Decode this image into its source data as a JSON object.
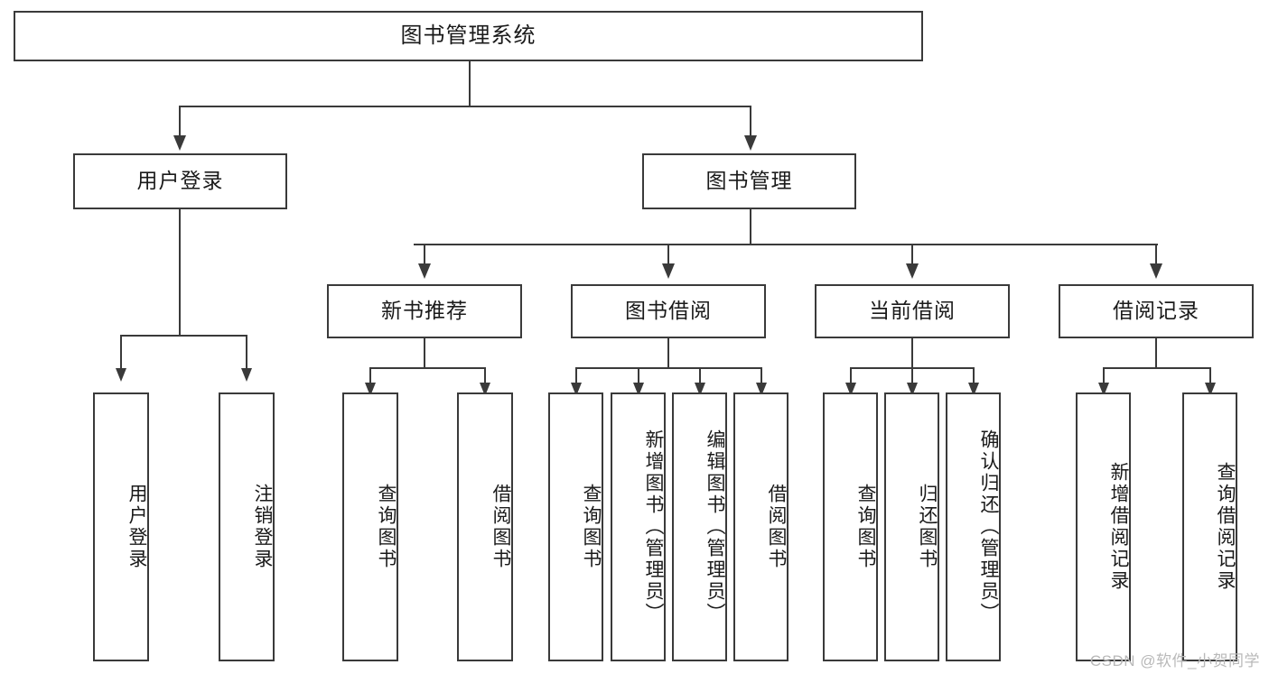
{
  "diagram": {
    "title": "图书管理系统",
    "type": "tree-hierarchy",
    "watermark": "CSDN @软件_小贺同学",
    "colors": {
      "stroke": "#3a3a3a",
      "fill": "#ffffff",
      "text": "#1a1a1a",
      "watermark": "#b9b9b9"
    },
    "root": {
      "label": "图书管理系统"
    },
    "level2": [
      {
        "id": "user-login",
        "label": "用户登录"
      },
      {
        "id": "book-manage",
        "label": "图书管理"
      }
    ],
    "level3": [
      {
        "id": "new-book-rec",
        "label": "新书推荐"
      },
      {
        "id": "book-borrow",
        "label": "图书借阅"
      },
      {
        "id": "current-borrow",
        "label": "当前借阅"
      },
      {
        "id": "borrow-record",
        "label": "借阅记录"
      }
    ],
    "leaves": {
      "user_login": [
        {
          "id": "leaf-user-login",
          "label": "用户登录"
        },
        {
          "id": "leaf-logout",
          "label": "注销登录"
        }
      ],
      "new_book_rec": [
        {
          "id": "leaf-query-book-1",
          "label": "查询图书"
        },
        {
          "id": "leaf-borrow-book-1",
          "label": "借阅图书"
        }
      ],
      "book_borrow": [
        {
          "id": "leaf-query-book-2",
          "label": "查询图书"
        },
        {
          "id": "leaf-add-book",
          "label": "新增图书（管理员）"
        },
        {
          "id": "leaf-edit-book",
          "label": "编辑图书（管理员）"
        },
        {
          "id": "leaf-borrow-book-2",
          "label": "借阅图书"
        }
      ],
      "current_borrow": [
        {
          "id": "leaf-query-book-3",
          "label": "查询图书"
        },
        {
          "id": "leaf-return-book",
          "label": "归还图书"
        },
        {
          "id": "leaf-confirm-return",
          "label": "确认归还（管理员）"
        }
      ],
      "borrow_record": [
        {
          "id": "leaf-add-record",
          "label": "新增借阅记录"
        },
        {
          "id": "leaf-query-record",
          "label": "查询借阅记录"
        }
      ]
    }
  }
}
